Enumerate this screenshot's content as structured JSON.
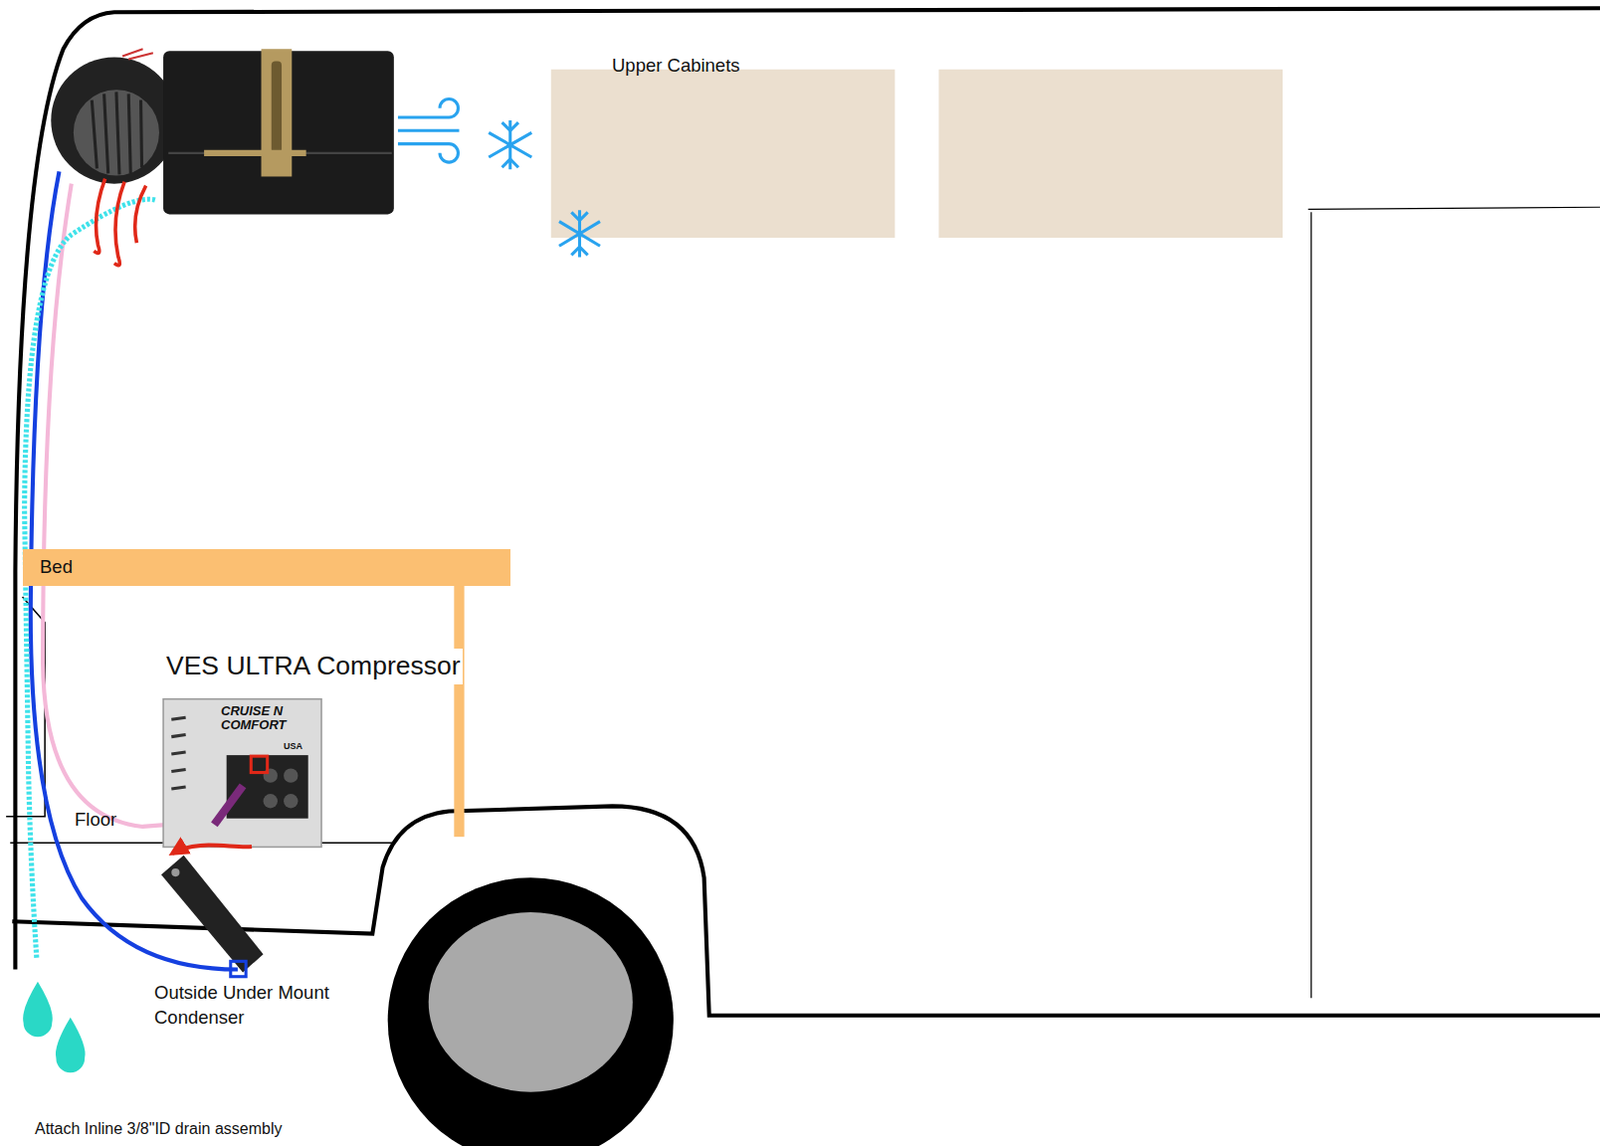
{
  "diagram": {
    "nodes": [
      {
        "text": [
          "Upper Cabinets"
        ]
      },
      {
        "text": [
          "Bed"
        ]
      },
      {
        "text": [
          "VES ULTRA Compressor"
        ]
      },
      {
        "text": [
          "Outside Under Mount Condenser"
        ]
      }
    ],
    "edges": [
      {
        "from": 2,
        "to": 3,
        "arrow": "to"
      }
    ],
    "labels": [
      "Floor",
      "CRUISE N COMFORT",
      "USA",
      "Attach Inline 3/8\"ID drain assembly"
    ]
  }
}
